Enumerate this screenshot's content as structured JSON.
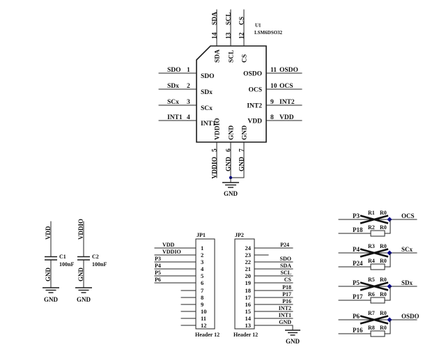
{
  "ic": {
    "refdes": "U1",
    "part": "LSM6DSO32",
    "left_pins": [
      {
        "net": "SDO",
        "num": "1",
        "name": "SDO"
      },
      {
        "net": "SDx",
        "num": "2",
        "name": "SDx"
      },
      {
        "net": "SCx",
        "num": "3",
        "name": "SCx"
      },
      {
        "net": "INT1",
        "num": "4",
        "name": "INT1"
      }
    ],
    "right_pins": [
      {
        "num": "11",
        "net": "OSDO",
        "name": "OSDO"
      },
      {
        "num": "10",
        "net": "OCS",
        "name": "OCS"
      },
      {
        "num": "9",
        "net": "INT2",
        "name": "INT2"
      },
      {
        "num": "8",
        "net": "VDD",
        "name": "VDD"
      }
    ],
    "top_pins": [
      {
        "net": "SDA",
        "num": "14",
        "name": "SDA"
      },
      {
        "net": "SCL",
        "num": "13",
        "name": "SCL"
      },
      {
        "net": "CS",
        "num": "12",
        "name": "CS"
      }
    ],
    "bottom_pins": [
      {
        "net": "VDDIO",
        "num": "5",
        "name": "VDDIO"
      },
      {
        "net": "GND",
        "num": "6",
        "name": "GND"
      },
      {
        "net": "GND",
        "num": "7",
        "name": "GND"
      }
    ],
    "ground_label": "GND"
  },
  "capacitors": [
    {
      "refdes": "C1",
      "value": "100nF",
      "top_net": "VDD",
      "bottom_net": "GND",
      "ground_label": "GND"
    },
    {
      "refdes": "C2",
      "value": "100nF",
      "top_net": "VDDIO",
      "bottom_net": "GND",
      "ground_label": "GND"
    }
  ],
  "headers": [
    {
      "refdes": "JP1",
      "type": "Header 12",
      "pins": [
        {
          "num": "1",
          "net": "VDD"
        },
        {
          "num": "2",
          "net": "VDDIO"
        },
        {
          "num": "3",
          "net": "P3"
        },
        {
          "num": "4",
          "net": "P4"
        },
        {
          "num": "5",
          "net": "P5"
        },
        {
          "num": "6",
          "net": "P6"
        },
        {
          "num": "7",
          "net": ""
        },
        {
          "num": "8",
          "net": ""
        },
        {
          "num": "9",
          "net": ""
        },
        {
          "num": "10",
          "net": ""
        },
        {
          "num": "11",
          "net": ""
        },
        {
          "num": "12",
          "net": ""
        }
      ]
    },
    {
      "refdes": "JP2",
      "type": "Header 12",
      "ground_label": "GND",
      "pins": [
        {
          "num": "24",
          "net": "P24"
        },
        {
          "num": "23",
          "net": ""
        },
        {
          "num": "22",
          "net": "SDO"
        },
        {
          "num": "21",
          "net": "SDA"
        },
        {
          "num": "20",
          "net": "SCL"
        },
        {
          "num": "19",
          "net": "CS"
        },
        {
          "num": "18",
          "net": "P18"
        },
        {
          "num": "17",
          "net": "P17"
        },
        {
          "num": "16",
          "net": "P16"
        },
        {
          "num": "15",
          "net": "INT2"
        },
        {
          "num": "14",
          "net": "INT1"
        },
        {
          "num": "13",
          "net": "GND"
        }
      ]
    }
  ],
  "resistor_pairs": [
    {
      "top": {
        "left_net": "P3",
        "refdes": "R1",
        "value": "R0",
        "right_net": "OCS"
      },
      "bottom": {
        "left_net": "P18",
        "refdes": "R2",
        "value": "R0"
      }
    },
    {
      "top": {
        "left_net": "P4",
        "refdes": "R3",
        "value": "R0",
        "right_net": "SCx"
      },
      "bottom": {
        "left_net": "P24",
        "refdes": "R4",
        "value": "R0"
      }
    },
    {
      "top": {
        "left_net": "P5",
        "refdes": "R5",
        "value": "R0",
        "right_net": "SDx"
      },
      "bottom": {
        "left_net": "P17",
        "refdes": "R6",
        "value": "R0"
      }
    },
    {
      "top": {
        "left_net": "P6",
        "refdes": "R7",
        "value": "R0",
        "right_net": "OSDO"
      },
      "bottom": {
        "left_net": "P16",
        "refdes": "R8",
        "value": "R0"
      }
    }
  ],
  "colors": {
    "wire": "#222222",
    "junction": "#00008b",
    "text": "#111111"
  }
}
